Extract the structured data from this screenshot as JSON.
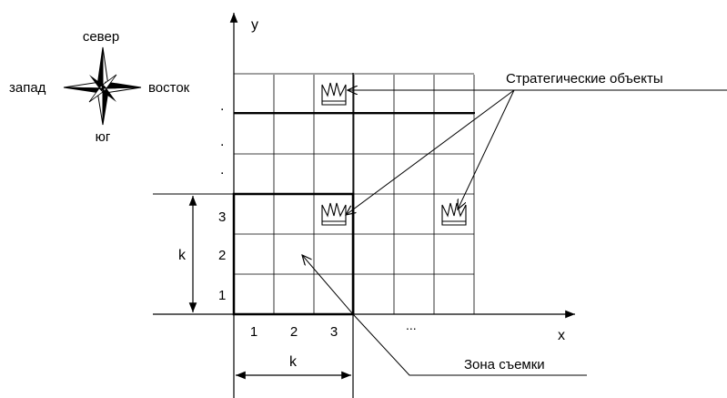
{
  "compass": {
    "north": "север",
    "south": "юг",
    "west": "запад",
    "east": "восток"
  },
  "axes": {
    "x_label": "x",
    "y_label": "y",
    "y_ellipsis": ".",
    "x_ellipsis": "..."
  },
  "grid": {
    "cols": 6,
    "rows": 6,
    "zone_size": 3,
    "row_numbers": [
      "1",
      "2",
      "3"
    ],
    "col_numbers": [
      "1",
      "2",
      "3"
    ]
  },
  "dimensions": {
    "k_vertical": "k",
    "k_horizontal": "k"
  },
  "labels": {
    "strategic_objects": "Стратегические объекты",
    "shooting_zone": "Зона съемки"
  },
  "objects": [
    {
      "col": 3,
      "row": 6
    },
    {
      "col": 3,
      "row": 3
    },
    {
      "col": 6,
      "row": 3
    }
  ]
}
